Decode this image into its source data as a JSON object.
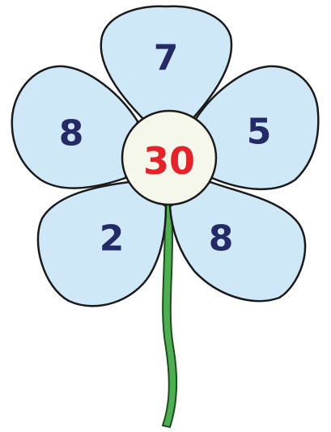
{
  "flower": {
    "center": {
      "value": "30"
    },
    "petals": [
      {
        "position": "top",
        "value": "7"
      },
      {
        "position": "upper-right",
        "value": "5"
      },
      {
        "position": "lower-right",
        "value": "8"
      },
      {
        "position": "lower-left",
        "value": "2"
      },
      {
        "position": "upper-left",
        "value": "8"
      }
    ]
  },
  "colors": {
    "petal_fill": "#cfe8f8",
    "petal_stroke": "#1a1a1a",
    "center_fill": "#f4f7ea",
    "center_number": "#e8202a",
    "petal_number": "#242a66",
    "stem": "#4caf50",
    "stem_stroke": "#1e4d1e"
  }
}
